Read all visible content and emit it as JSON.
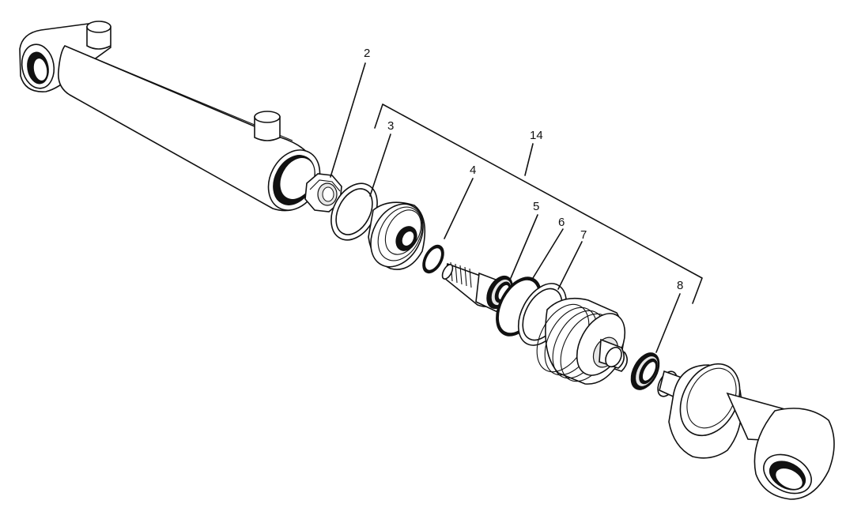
{
  "labels": {
    "part_2": "2",
    "part_3": "3",
    "part_4": "4",
    "part_5": "5",
    "part_6": "6",
    "part_7": "7",
    "part_8": "8",
    "part_14": "14"
  }
}
